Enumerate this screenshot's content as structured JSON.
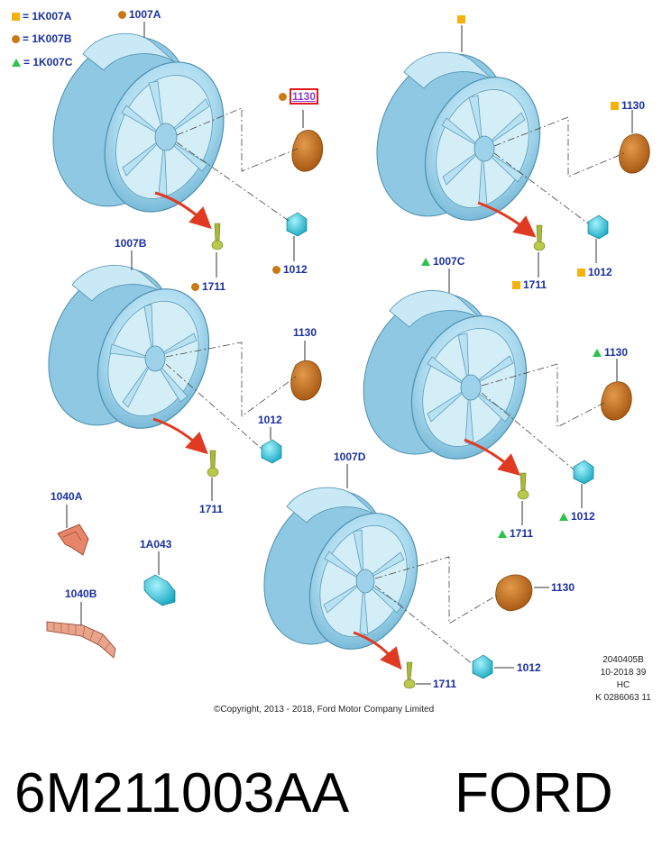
{
  "legend": [
    {
      "marker": "square",
      "label": "= 1K007A"
    },
    {
      "marker": "circle",
      "label": "= 1K007B"
    },
    {
      "marker": "triangle",
      "label": "= 1K007C"
    }
  ],
  "callouts": {
    "w1_wheel": "1007A",
    "w1_cap": "1130",
    "w1_nut": "1012",
    "w1_valve": "1711",
    "w2_cap": "1130",
    "w2_valve": "1711",
    "w2_nut": "1012",
    "w3_wheel": "1007B",
    "w3_cap": "1130",
    "w3_nut": "1012",
    "w3_valve": "1711",
    "w4_wheel": "1007C",
    "w4_cap": "1130",
    "w4_nut": "1012",
    "w4_valve": "1711",
    "w5_wheel": "1007D",
    "w5_cap": "1130",
    "w5_nut": "1012",
    "w5_valve": "1711",
    "p_1040A": "1040A",
    "p_1A043": "1A043",
    "p_1040B": "1040B"
  },
  "reference": {
    "line1": "2040405B",
    "line2": "10-2018 39",
    "line3": "HC",
    "line4": "K 0286063 11"
  },
  "copyright": "©Copyright, 2013 - 2018, Ford Motor Company Limited",
  "part_number": "6M211003AA",
  "brand": "FORD",
  "colors": {
    "label": "#1a2fa0",
    "square_marker": "#f5b10c",
    "circle_marker": "#c77a16",
    "triangle_marker": "#2ec24a",
    "wheel": "#a9d9ee",
    "cap": "#c8741a",
    "nut": "#39d2e6",
    "valve": "#a7b83a",
    "arrow": "#e03a22",
    "highlight": "#e01818"
  }
}
